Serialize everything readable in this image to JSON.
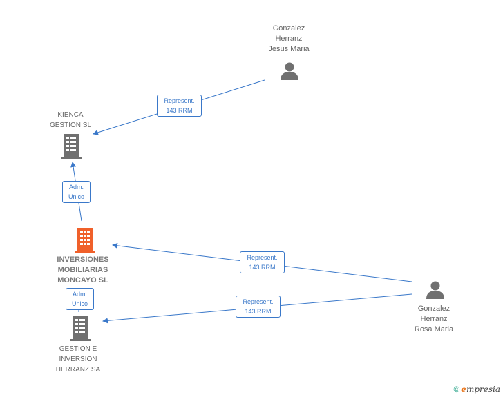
{
  "nodes": {
    "gonzalez_jesus": {
      "label": "Gonzalez\nHerranz\nJesus Maria",
      "kind": "person"
    },
    "kienca": {
      "label": "KIENCA\nGESTION SL",
      "kind": "company"
    },
    "inversiones": {
      "label": "INVERSIONES\nMOBILIARIAS\nMONCAYO SL",
      "kind": "company-main"
    },
    "gestion_inversion": {
      "label": "GESTION E\nINVERSION\nHERRANZ SA",
      "kind": "company"
    },
    "gonzalez_rosa": {
      "label": "Gonzalez\nHerranz\nRosa Maria",
      "kind": "person"
    }
  },
  "edges": {
    "jesus_to_kienca": {
      "label": "Represent.\n143 RRM"
    },
    "inversiones_to_kienca": {
      "label": "Adm.\nUnico"
    },
    "rosa_to_inversiones": {
      "label": "Represent.\n143 RRM"
    },
    "rosa_to_gestion": {
      "label": "Represent.\n143 RRM"
    },
    "inversiones_to_gestion": {
      "label": "Adm.\nUnico"
    }
  },
  "colors": {
    "edge": "#3a78c9",
    "company_icon": "#707070",
    "main_company_icon": "#f0602a",
    "person_icon": "#707070"
  },
  "footer": {
    "copyright": "©",
    "brand_initial": "e",
    "brand_rest": "mpresia"
  }
}
